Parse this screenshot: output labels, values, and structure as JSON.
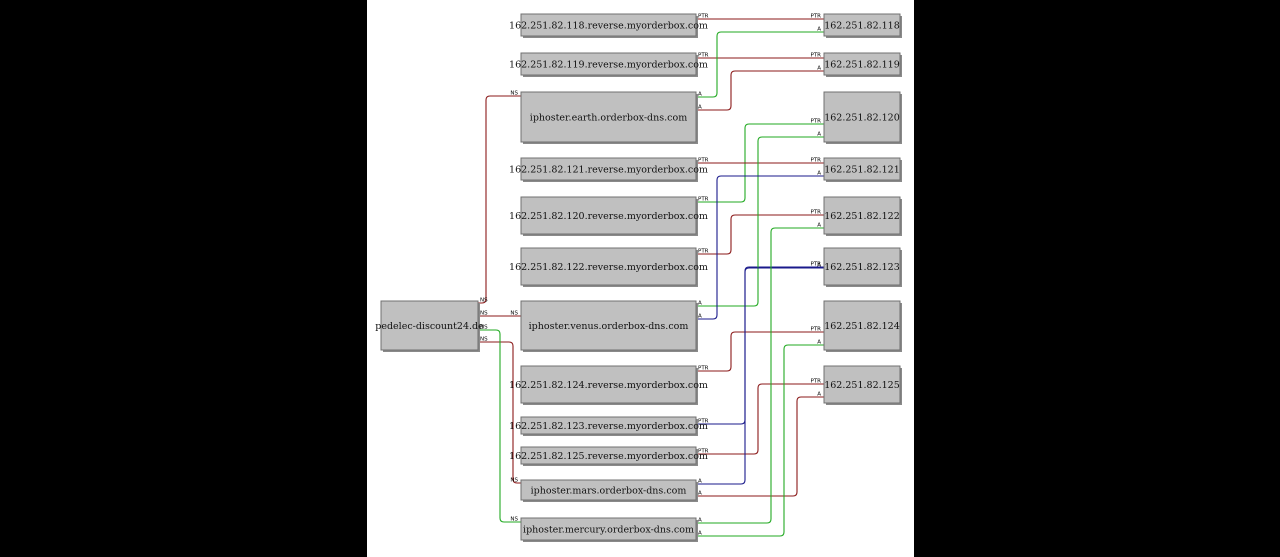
{
  "colors": {
    "ns": "#8b1a1a",
    "ptr": "#8b1a1a",
    "a_green": "#22aa22",
    "a_blue": "#1a1a8b",
    "a_red": "#8b1a1a"
  },
  "nodes": [
    {
      "id": "root",
      "label": "pedelec-discount24.de"
    },
    {
      "id": "earth",
      "label": "iphoster.earth.orderbox-dns.com"
    },
    {
      "id": "venus",
      "label": "iphoster.venus.orderbox-dns.com"
    },
    {
      "id": "mars",
      "label": "iphoster.mars.orderbox-dns.com"
    },
    {
      "id": "mercury",
      "label": "iphoster.mercury.orderbox-dns.com"
    },
    {
      "id": "r118",
      "label": "162.251.82.118.reverse.myorderbox.com"
    },
    {
      "id": "r119",
      "label": "162.251.82.119.reverse.myorderbox.com"
    },
    {
      "id": "r121",
      "label": "162.251.82.121.reverse.myorderbox.com"
    },
    {
      "id": "r120",
      "label": "162.251.82.120.reverse.myorderbox.com"
    },
    {
      "id": "r122",
      "label": "162.251.82.122.reverse.myorderbox.com"
    },
    {
      "id": "r124",
      "label": "162.251.82.124.reverse.myorderbox.com"
    },
    {
      "id": "r123",
      "label": "162.251.82.123.reverse.myorderbox.com"
    },
    {
      "id": "r125",
      "label": "162.251.82.125.reverse.myorderbox.com"
    },
    {
      "id": "ip118",
      "label": "162.251.82.118"
    },
    {
      "id": "ip119",
      "label": "162.251.82.119"
    },
    {
      "id": "ip120",
      "label": "162.251.82.120"
    },
    {
      "id": "ip121",
      "label": "162.251.82.121"
    },
    {
      "id": "ip122",
      "label": "162.251.82.122"
    },
    {
      "id": "ip123",
      "label": "162.251.82.123"
    },
    {
      "id": "ip124",
      "label": "162.251.82.124"
    },
    {
      "id": "ip125",
      "label": "162.251.82.125"
    }
  ],
  "edges": [
    {
      "from": "root",
      "to": "earth",
      "type": "NS",
      "color": "ns"
    },
    {
      "from": "root",
      "to": "venus",
      "type": "NS",
      "color": "ns"
    },
    {
      "from": "root",
      "to": "mars",
      "type": "NS",
      "color": "ns"
    },
    {
      "from": "root",
      "to": "mercury",
      "type": "NS",
      "color": "a_green"
    },
    {
      "from": "r118",
      "to": "ip118",
      "type": "PTR",
      "color": "ptr"
    },
    {
      "from": "r119",
      "to": "ip119",
      "type": "PTR",
      "color": "ptr"
    },
    {
      "from": "r120",
      "to": "ip120",
      "type": "PTR",
      "color": "a_green"
    },
    {
      "from": "r121",
      "to": "ip121",
      "type": "PTR",
      "color": "ptr"
    },
    {
      "from": "r122",
      "to": "ip122",
      "type": "PTR",
      "color": "ptr"
    },
    {
      "from": "r123",
      "to": "ip123",
      "type": "PTR",
      "color": "a_blue"
    },
    {
      "from": "r124",
      "to": "ip124",
      "type": "PTR",
      "color": "ptr"
    },
    {
      "from": "r125",
      "to": "ip125",
      "type": "PTR",
      "color": "ptr"
    },
    {
      "from": "earth",
      "to": "ip118",
      "type": "A",
      "color": "a_green"
    },
    {
      "from": "earth",
      "to": "ip119",
      "type": "A",
      "color": "a_red"
    },
    {
      "from": "venus",
      "to": "ip120",
      "type": "A",
      "color": "a_green"
    },
    {
      "from": "venus",
      "to": "ip121",
      "type": "A",
      "color": "a_blue"
    },
    {
      "from": "mars",
      "to": "ip123",
      "type": "A",
      "color": "a_blue"
    },
    {
      "from": "mars",
      "to": "ip125",
      "type": "A",
      "color": "a_red"
    },
    {
      "from": "mercury",
      "to": "ip122",
      "type": "A",
      "color": "a_green"
    },
    {
      "from": "mercury",
      "to": "ip124",
      "type": "A",
      "color": "a_green"
    }
  ]
}
